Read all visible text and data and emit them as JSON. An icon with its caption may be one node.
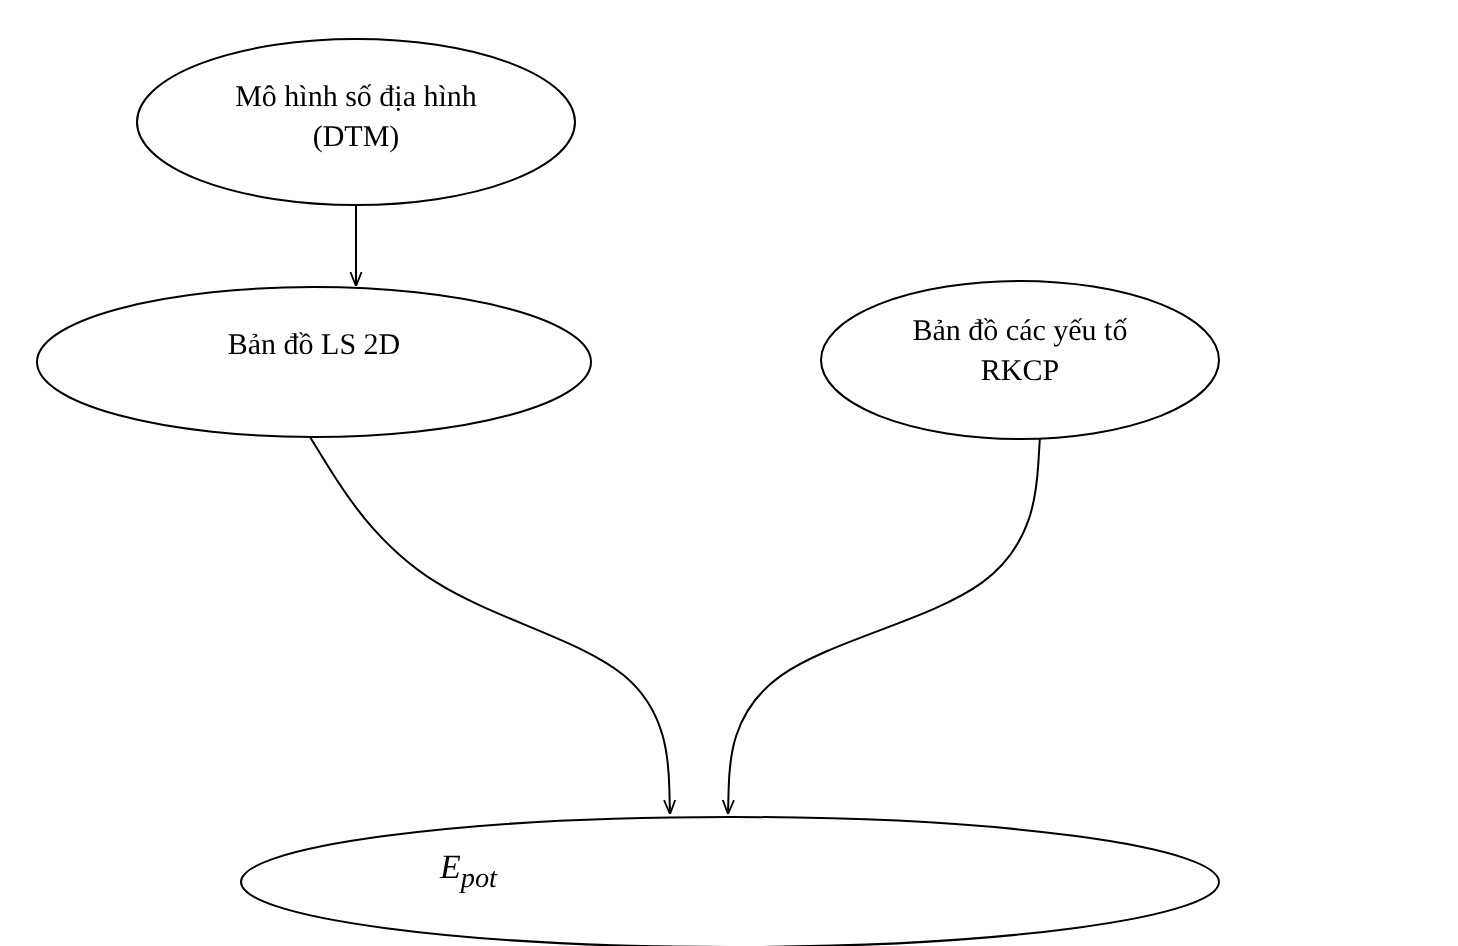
{
  "diagram": {
    "nodes": [
      {
        "text": [
          "Mô hình số địa hình (DTM)"
        ]
      },
      {
        "text": [
          "Bản đồ LS 2D"
        ]
      },
      {
        "text": [
          "Bản đồ các yếu tố RKCP"
        ]
      },
      {
        "text": [
          "E$_{pot}$"
        ]
      }
    ],
    "edges": [
      {
        "from": 0,
        "to": 1,
        "arrow": "to"
      },
      {
        "from": 1,
        "to": 3,
        "arrow": "to"
      },
      {
        "from": 2,
        "to": 3,
        "arrow": "to"
      }
    ]
  }
}
